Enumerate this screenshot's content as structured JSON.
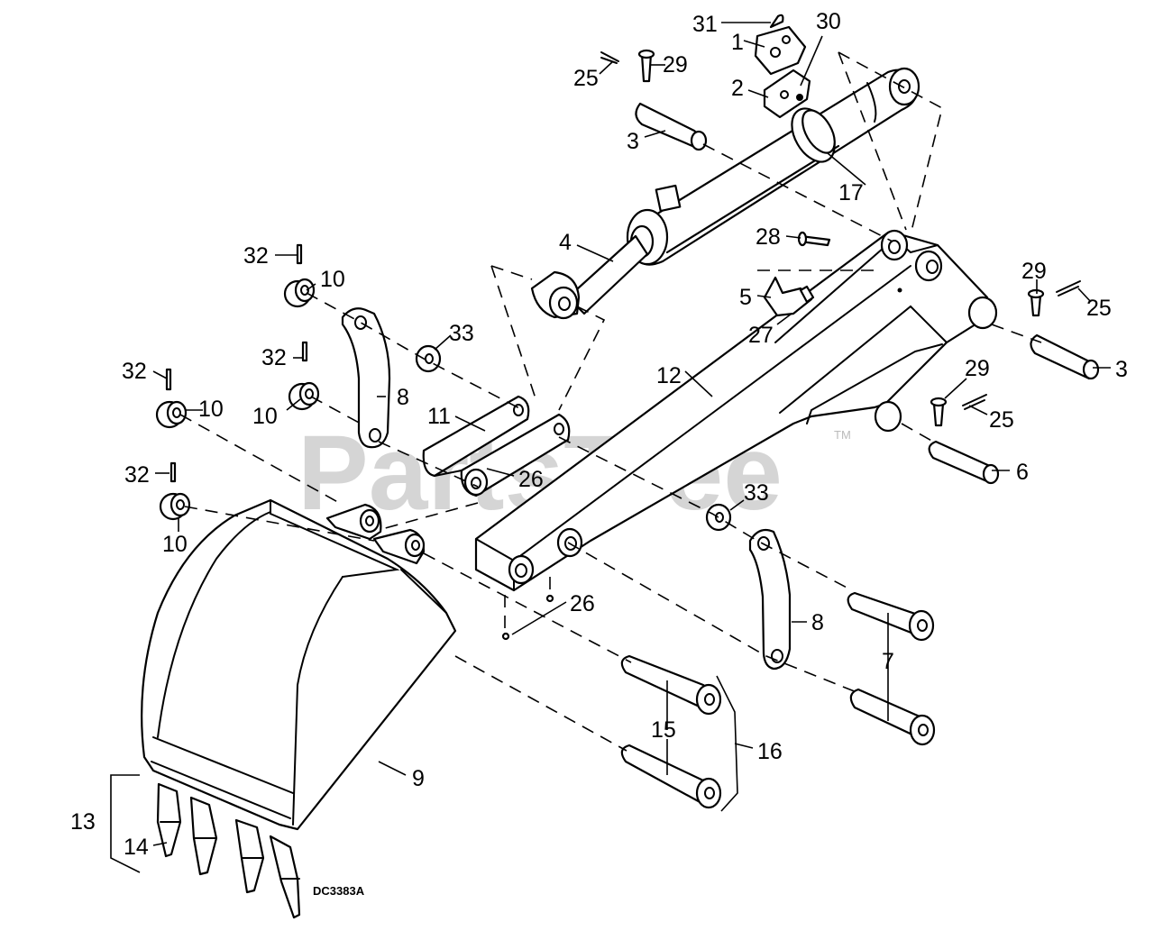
{
  "watermark": {
    "text": "PartsTree",
    "tm": "TM"
  },
  "drawing_code": "DC3383A",
  "callouts": [
    {
      "id": "c31",
      "text": "31"
    },
    {
      "id": "c1",
      "text": "1"
    },
    {
      "id": "c30",
      "text": "30"
    },
    {
      "id": "c25a",
      "text": "25"
    },
    {
      "id": "c29a",
      "text": "29"
    },
    {
      "id": "c2",
      "text": "2"
    },
    {
      "id": "c3a",
      "text": "3"
    },
    {
      "id": "c17",
      "text": "17"
    },
    {
      "id": "c4",
      "text": "4"
    },
    {
      "id": "c28",
      "text": "28"
    },
    {
      "id": "c29b",
      "text": "29"
    },
    {
      "id": "c25b",
      "text": "25"
    },
    {
      "id": "c5",
      "text": "5"
    },
    {
      "id": "c27",
      "text": "27"
    },
    {
      "id": "c3b",
      "text": "3"
    },
    {
      "id": "c32a",
      "text": "32"
    },
    {
      "id": "c10a",
      "text": "10"
    },
    {
      "id": "c33a",
      "text": "33"
    },
    {
      "id": "c32b",
      "text": "32"
    },
    {
      "id": "c8a",
      "text": "8"
    },
    {
      "id": "c10b",
      "text": "10"
    },
    {
      "id": "c32c",
      "text": "32"
    },
    {
      "id": "c10c",
      "text": "10"
    },
    {
      "id": "c11",
      "text": "11"
    },
    {
      "id": "c12",
      "text": "12"
    },
    {
      "id": "c29c",
      "text": "29"
    },
    {
      "id": "c25c",
      "text": "25"
    },
    {
      "id": "c26a",
      "text": "26"
    },
    {
      "id": "c6",
      "text": "6"
    },
    {
      "id": "c32d",
      "text": "32"
    },
    {
      "id": "c10d",
      "text": "10"
    },
    {
      "id": "c33b",
      "text": "33"
    },
    {
      "id": "c26b",
      "text": "26"
    },
    {
      "id": "c8b",
      "text": "8"
    },
    {
      "id": "c7",
      "text": "7"
    },
    {
      "id": "c15",
      "text": "15"
    },
    {
      "id": "c16",
      "text": "16"
    },
    {
      "id": "c9",
      "text": "9"
    },
    {
      "id": "c13",
      "text": "13"
    },
    {
      "id": "c14",
      "text": "14"
    }
  ]
}
